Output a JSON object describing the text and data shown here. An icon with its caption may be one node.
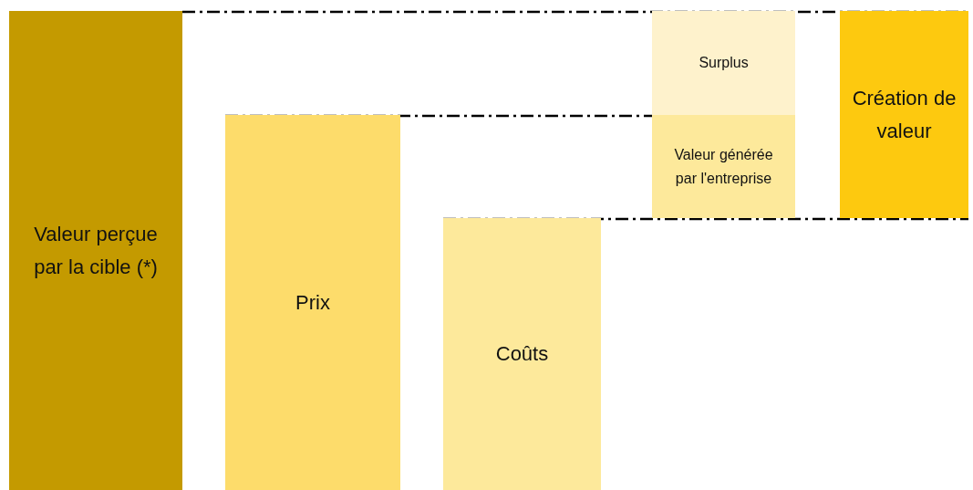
{
  "diagram": {
    "nodes": [
      {
        "text": [
          "Valeur perçue par la cible (*)"
        ]
      },
      {
        "text": [
          "Prix"
        ]
      },
      {
        "text": [
          "Coûts"
        ]
      },
      {
        "text": [
          "Surplus"
        ]
      },
      {
        "text": [
          "Valeur générée par l'entreprise"
        ]
      },
      {
        "text": [
          "Création de valeur"
        ]
      }
    ],
    "edges": [
      {
        "from": 0,
        "to": 5,
        "arrow": "none",
        "style": "dashed"
      },
      {
        "from": 1,
        "to": 4,
        "arrow": "none",
        "style": "dashed"
      },
      {
        "from": 2,
        "to": 5,
        "arrow": "none",
        "style": "dashed"
      }
    ]
  }
}
